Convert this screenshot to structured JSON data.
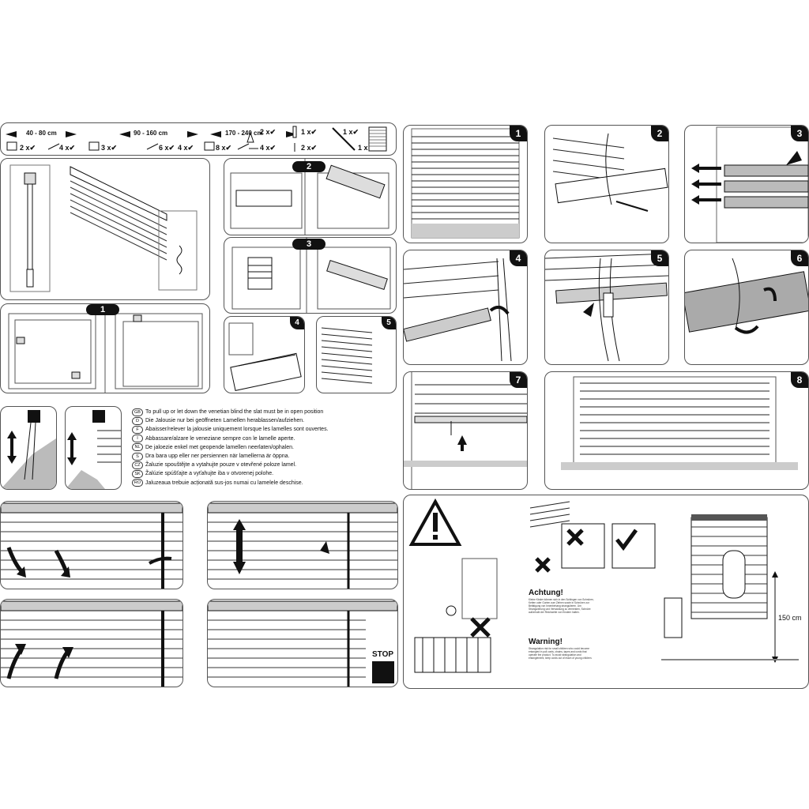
{
  "header": {
    "sets": [
      {
        "size": "40 - 80 cm",
        "bracket_count": "2 x",
        "screw_count": "4 x"
      },
      {
        "size": "90 - 160 cm",
        "bracket_count": "3 x",
        "screw_count": "6 x"
      },
      {
        "size": "170 - 240 cm",
        "bracket_count": "4 x",
        "screw_count": "8 x"
      }
    ],
    "extras": [
      {
        "count_a": "2 x",
        "count_b": "4 x"
      },
      {
        "count_a": "1 x",
        "count_b": "2 x"
      }
    ],
    "wand_count": "1 x",
    "blind_count": "1 x",
    "check": "✔"
  },
  "steps_left": {
    "s1": "1",
    "s2": "2",
    "s3": "3",
    "s4": "4",
    "s5": "5"
  },
  "steps_right": [
    "1",
    "2",
    "3",
    "4",
    "5",
    "6",
    "7",
    "8"
  ],
  "cut_labels": [
    "1",
    "2",
    "3"
  ],
  "languages": [
    {
      "code": "GB",
      "text": "To pull up or let down the venetian blind the slat must be in open position"
    },
    {
      "code": "D",
      "text": "Die Jalousie nur bei geöffneten Lamellen herablassen/aufziehen."
    },
    {
      "code": "F",
      "text": "Abaisser/relever la jalousie uniquement lorsque les lamelles sont ouvertes."
    },
    {
      "code": "I",
      "text": "Abbassare/alzare le veneziane sempre con le lamelle aperte."
    },
    {
      "code": "NL",
      "text": "De jaloezie enkel met geopende lamellen neerlaten/ophalen."
    },
    {
      "code": "S",
      "text": "Dra bara upp eller ner persiennen när lamellerna är öppna."
    },
    {
      "code": "CZ",
      "text": "Žaluzie spouštějte a vytahujte pouze v otevřené poloze lamel."
    },
    {
      "code": "SK",
      "text": "Žalúzie spúšťajte a vyťahujte iba v otvorenej polohe."
    },
    {
      "code": "RO",
      "text": "Jaluzeaua trebuie acționată sus-jos numai cu lamelele deschise."
    }
  ],
  "stop_label": "STOP",
  "safety": {
    "achtung_title": "Achtung!",
    "achtung_body": "Kleine Kinder können sich in den Schlingen von Schnüren, Ketten oder Gurten zum Ziehen sowie in Schnüren zur Betätigung von Innenbehang strangulieren. Um Strangulierung und Verwicklung zu vermeiden, Schnüre außerhalb der Reichweite von Kindern halten.",
    "warning_title": "Warning!",
    "warning_body": "Strangulation risk for small children who could become entangled in pull cords, chains, tapes and cords that operate the product. To avoid strangulation and entanglement, keep cords out of reach of young children.",
    "height_label": "150 cm"
  }
}
